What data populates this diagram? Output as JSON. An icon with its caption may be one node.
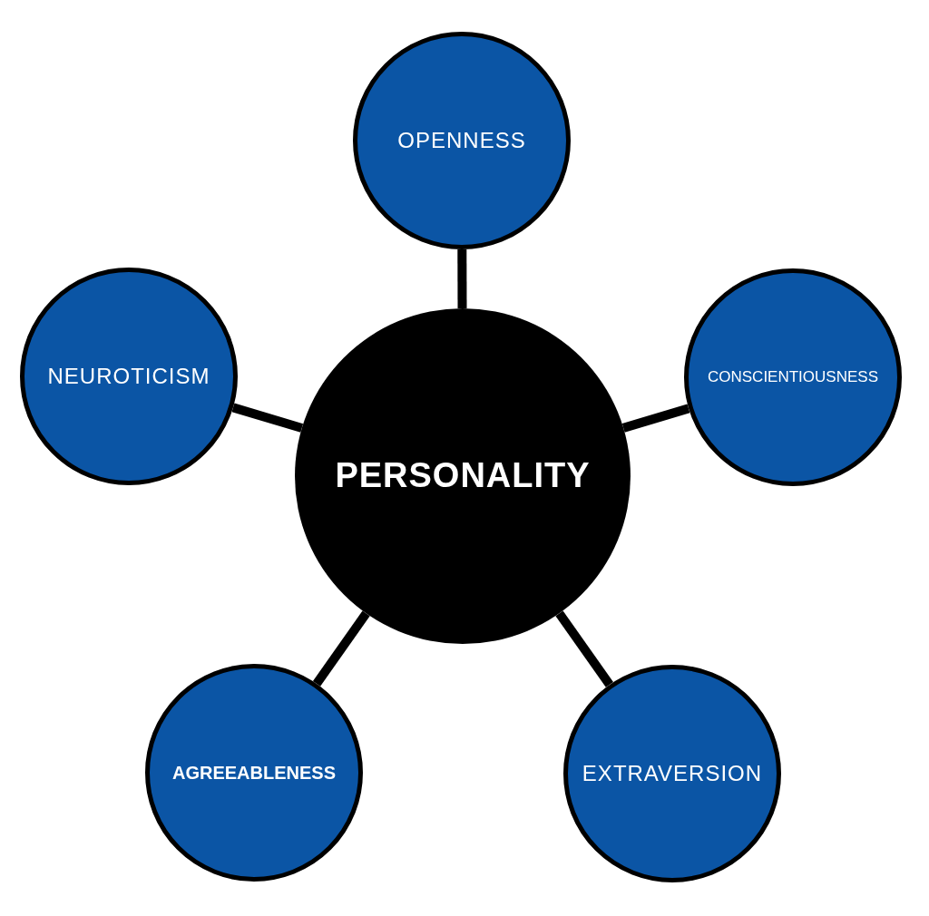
{
  "diagram": {
    "nodes": [
      {
        "text": [
          "OPENNESS"
        ]
      },
      {
        "text": [
          "NEUROTICISM"
        ]
      },
      {
        "text": [
          "CONSCIENTIOUSNESS"
        ]
      },
      {
        "text": [
          "PERSONALITY"
        ]
      },
      {
        "text": [
          "AGREEABLENESS"
        ]
      },
      {
        "text": [
          "EXTRAVERSION"
        ]
      }
    ],
    "edges": [
      {
        "from": 3,
        "to": 0,
        "arrow": "none"
      },
      {
        "from": 3,
        "to": 1,
        "arrow": "none"
      },
      {
        "from": 3,
        "to": 2,
        "arrow": "none"
      },
      {
        "from": 3,
        "to": 4,
        "arrow": "none"
      },
      {
        "from": 3,
        "to": 5,
        "arrow": "none"
      }
    ]
  }
}
